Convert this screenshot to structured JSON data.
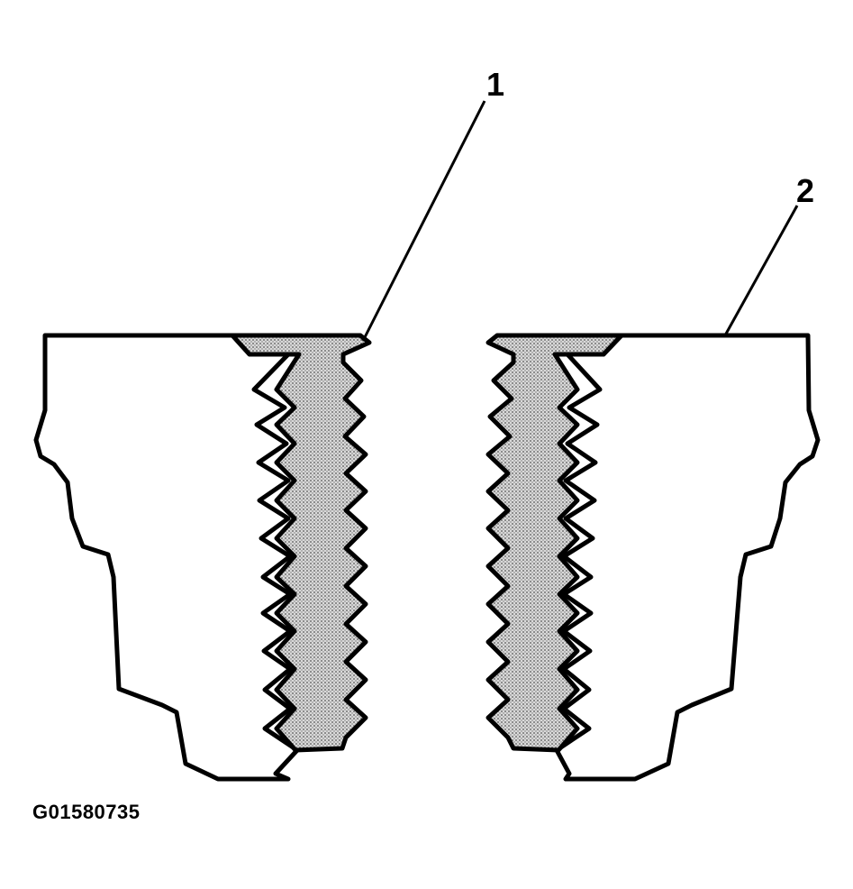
{
  "figure": {
    "figure_id": "G01580735",
    "callouts": [
      {
        "number": "1"
      },
      {
        "number": "2"
      }
    ]
  },
  "colors": {
    "line": "#000000",
    "thread_fill": "#cfcfcf",
    "background": "#ffffff"
  }
}
